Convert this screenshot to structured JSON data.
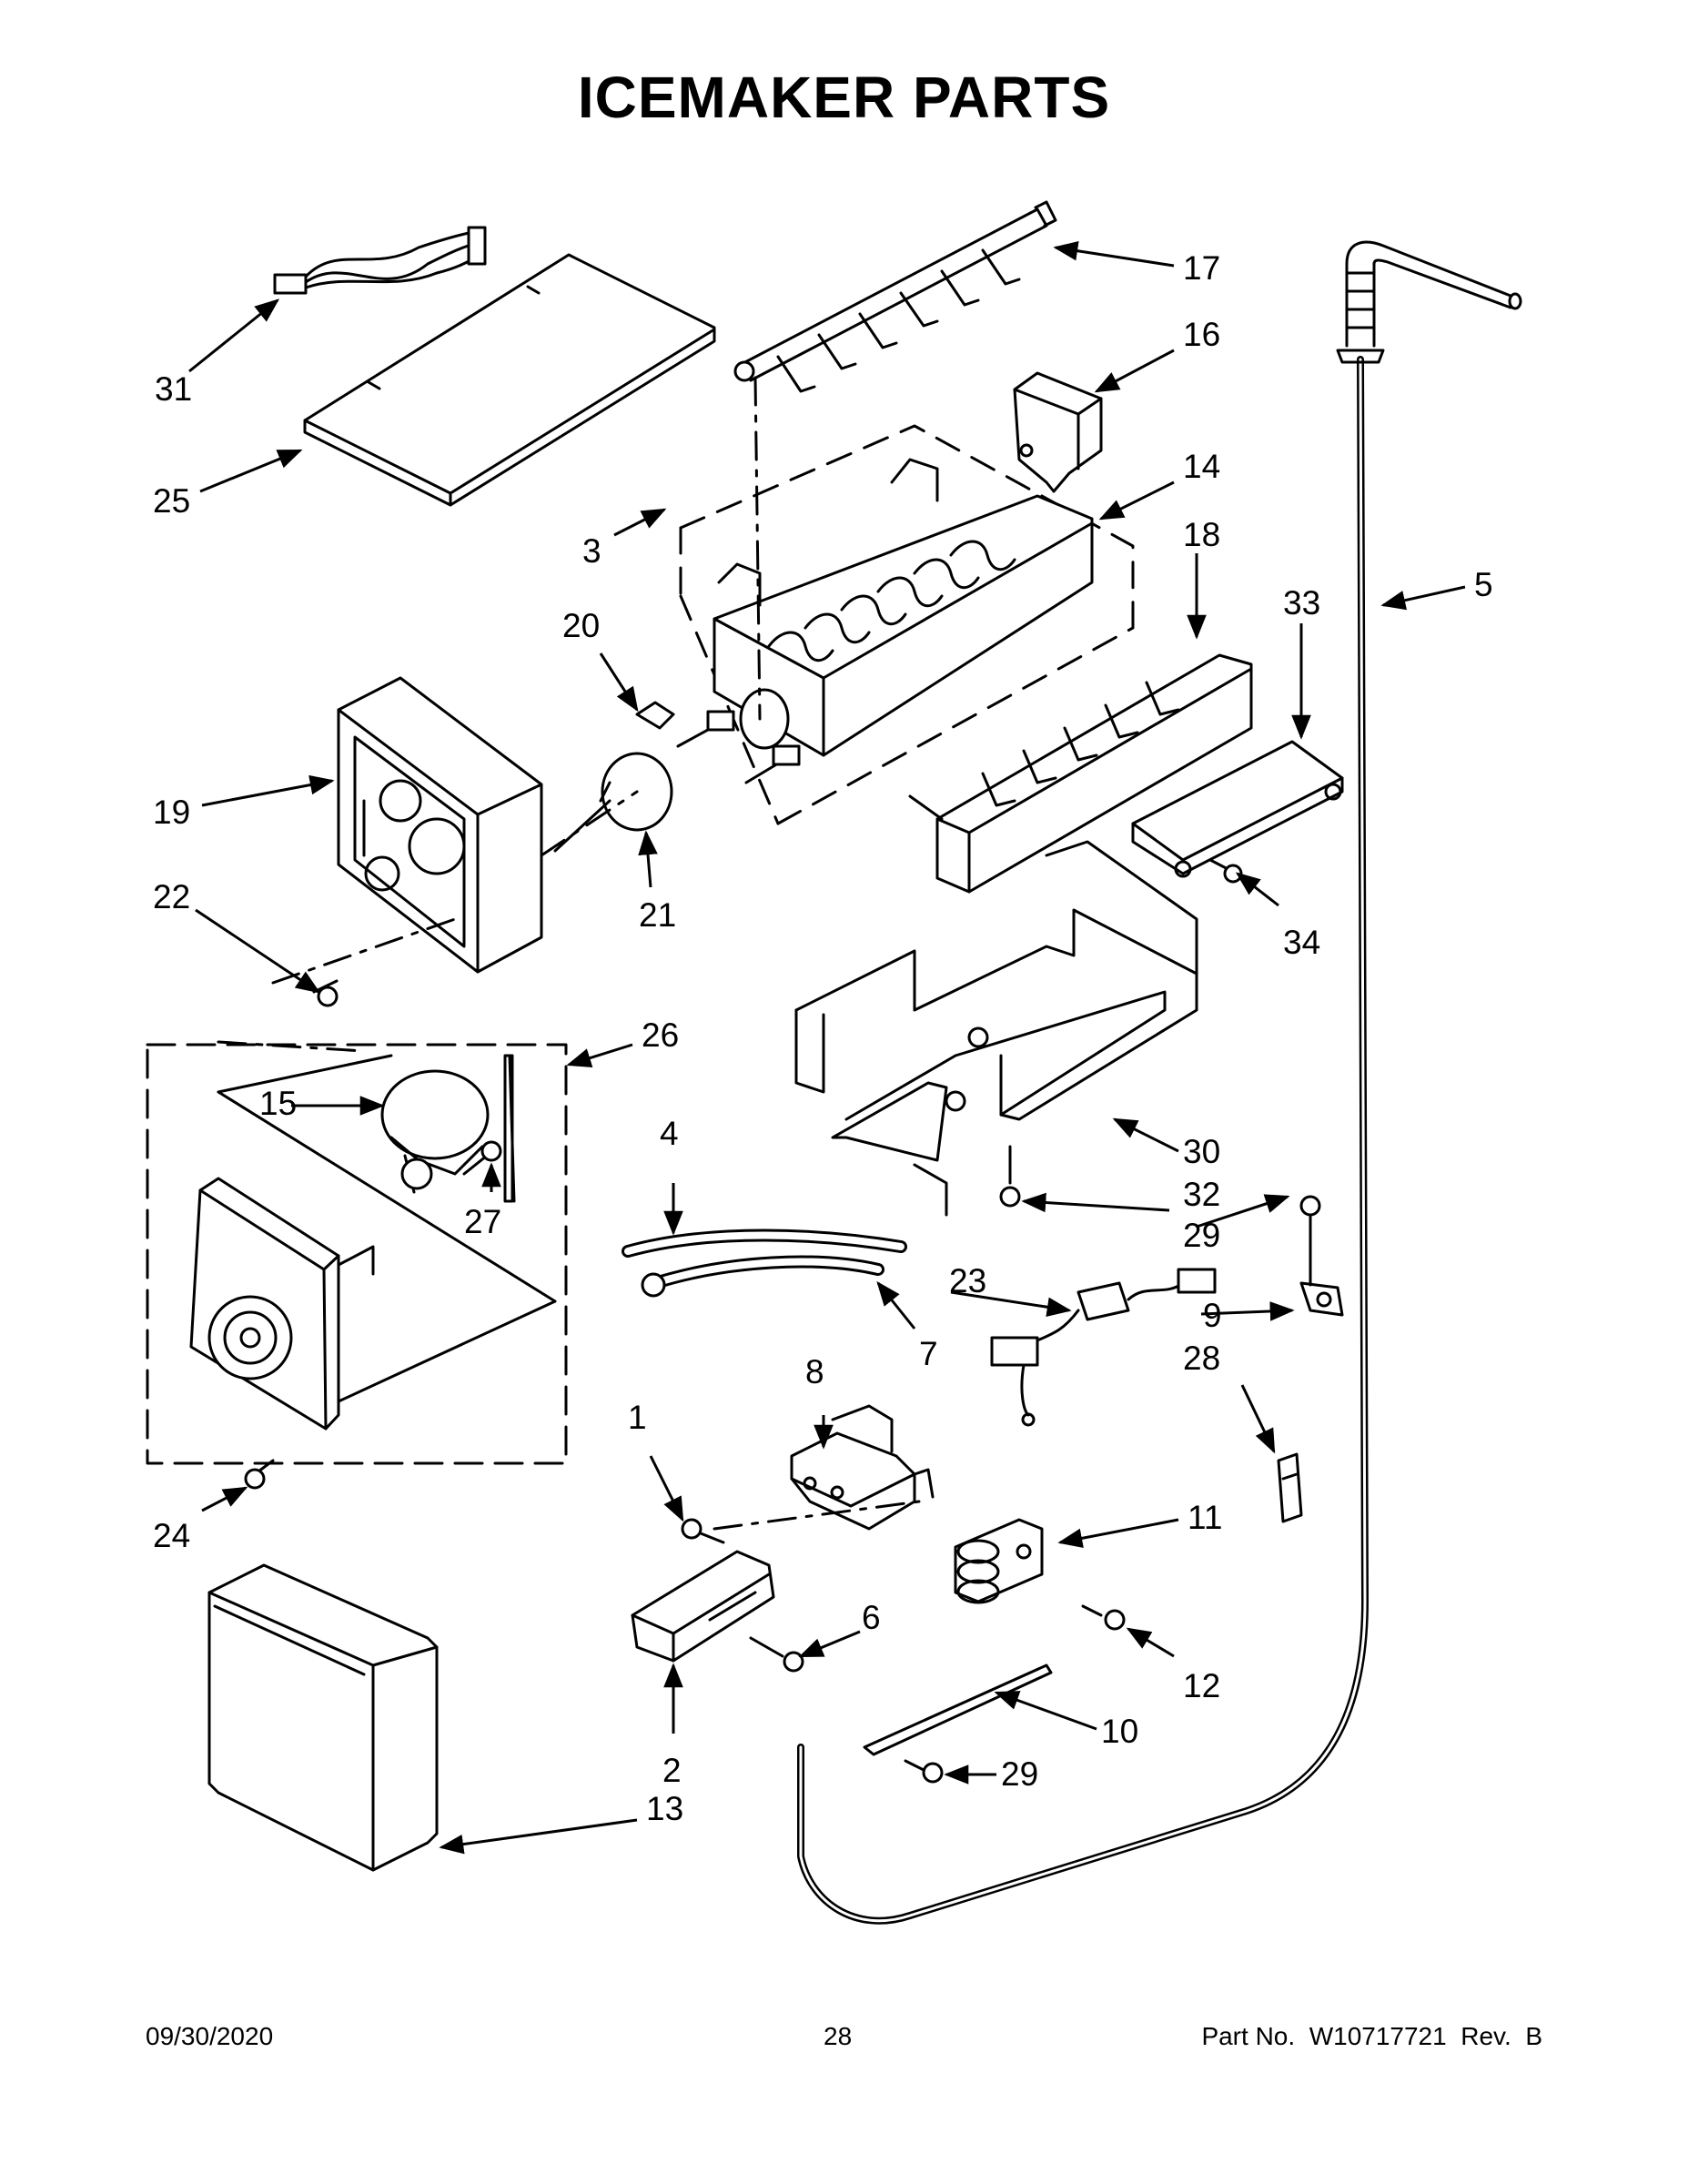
{
  "title": "ICEMAKER PARTS",
  "parts": [
    {
      "id": "p1",
      "number": "1"
    },
    {
      "id": "p2",
      "number": "2"
    },
    {
      "id": "p3",
      "number": "3"
    },
    {
      "id": "p4",
      "number": "4"
    },
    {
      "id": "p5",
      "number": "5"
    },
    {
      "id": "p6",
      "number": "6"
    },
    {
      "id": "p7",
      "number": "7"
    },
    {
      "id": "p8",
      "number": "8"
    },
    {
      "id": "p9",
      "number": "9"
    },
    {
      "id": "p10",
      "number": "10"
    },
    {
      "id": "p11",
      "number": "11"
    },
    {
      "id": "p12",
      "number": "12"
    },
    {
      "id": "p13",
      "number": "13"
    },
    {
      "id": "p14",
      "number": "14"
    },
    {
      "id": "p15",
      "number": "15"
    },
    {
      "id": "p16",
      "number": "16"
    },
    {
      "id": "p17",
      "number": "17"
    },
    {
      "id": "p18",
      "number": "18"
    },
    {
      "id": "p19",
      "number": "19"
    },
    {
      "id": "p20",
      "number": "20"
    },
    {
      "id": "p21",
      "number": "21"
    },
    {
      "id": "p22",
      "number": "22"
    },
    {
      "id": "p23",
      "number": "23"
    },
    {
      "id": "p24",
      "number": "24"
    },
    {
      "id": "p25",
      "number": "25"
    },
    {
      "id": "p26",
      "number": "26"
    },
    {
      "id": "p27",
      "number": "27"
    },
    {
      "id": "p28",
      "number": "28"
    },
    {
      "id": "p29a",
      "number": "29"
    },
    {
      "id": "p29b",
      "number": "29"
    },
    {
      "id": "p30",
      "number": "30"
    },
    {
      "id": "p31",
      "number": "31"
    },
    {
      "id": "p32",
      "number": "32"
    },
    {
      "id": "p33",
      "number": "33"
    },
    {
      "id": "p34",
      "number": "34"
    }
  ],
  "footer": {
    "date": "09/30/2020",
    "page": "28",
    "part_no": "Part No.  W10717721  Rev.  B"
  }
}
